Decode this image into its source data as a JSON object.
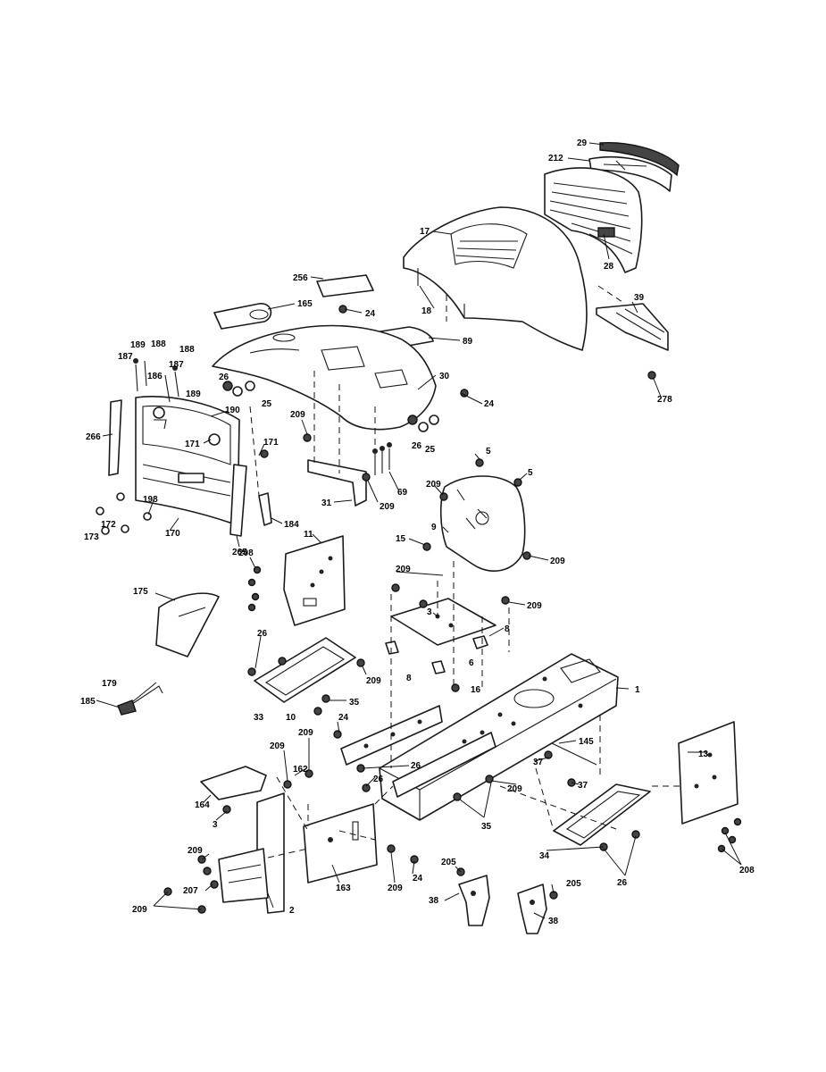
{
  "labels": {
    "l29": "29",
    "l212": "212",
    "l28": "28",
    "l17": "17",
    "l18": "18",
    "l256": "256",
    "l165": "165",
    "l24a": "24",
    "l89": "89",
    "l189a": "189",
    "l188a": "188",
    "l187a": "187",
    "l186": "186",
    "l188b": "188",
    "l187b": "187",
    "l189b": "189",
    "l26a": "26",
    "l25a": "25",
    "l190": "190",
    "l30": "30",
    "l24b": "24",
    "l39": "39",
    "l278": "278",
    "l266": "266",
    "l171a": "171",
    "l171b": "171",
    "l209a": "209",
    "l26b": "26",
    "l25b": "25",
    "l5a": "5",
    "l5b": "5",
    "l209b": "209",
    "l69": "69",
    "l31": "31",
    "l209c": "209",
    "l198": "198",
    "l172": "172",
    "l173": "173",
    "l170": "170",
    "l265": "265",
    "l184": "184",
    "l9": "9",
    "l15": "15",
    "l209d": "209",
    "l11": "11",
    "l208a": "208",
    "l209e": "209",
    "l209f": "209",
    "l3a": "3",
    "l8a": "8",
    "l175": "175",
    "l26c": "26",
    "l209g": "209",
    "l6": "6",
    "l8b": "8",
    "l16": "16",
    "l179": "179",
    "l185": "185",
    "l35a": "35",
    "l33": "33",
    "l10": "10",
    "l1": "1",
    "l24c": "24",
    "l209h": "209",
    "l209i": "209",
    "l162": "162",
    "l26d": "26",
    "l26e": "26",
    "l145": "145",
    "l13": "13",
    "l37a": "37",
    "l209j": "209",
    "l37b": "37",
    "l164": "164",
    "l3b": "3",
    "l35b": "35",
    "l209k": "209",
    "l207": "207",
    "l2": "2",
    "l209l": "209",
    "l163": "163",
    "l209m": "209",
    "l24d": "24",
    "l205a": "205",
    "l205b": "205",
    "l34": "34",
    "l26f": "26",
    "l208b": "208",
    "l38a": "38",
    "l38b": "38"
  }
}
